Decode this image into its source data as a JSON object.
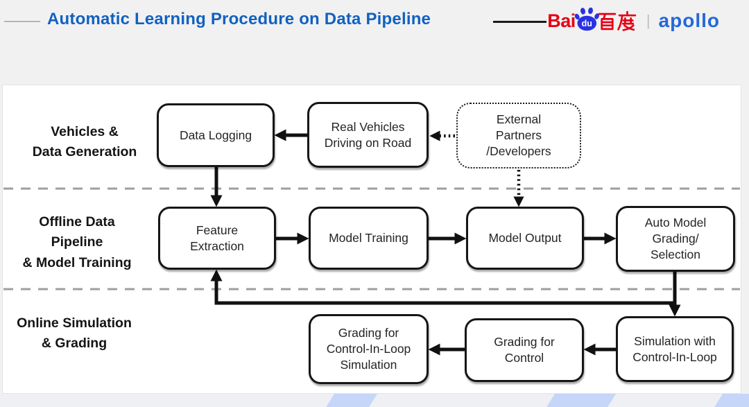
{
  "header": {
    "title": "Automatic Learning Procedure on Data Pipeline",
    "logo": {
      "bai": "Bai",
      "du": "du",
      "baidu_cn": "百度",
      "separator": "|",
      "apollo": "apollo"
    }
  },
  "lanes": [
    {
      "label": "Vehicles &\nData Generation"
    },
    {
      "label": "Offline Data\nPipeline\n& Model Training"
    },
    {
      "label": "Online Simulation\n& Grading"
    }
  ],
  "nodes": {
    "data_logging": {
      "label": "Data Logging"
    },
    "real_vehicles": {
      "label": "Real Vehicles\nDriving on Road"
    },
    "external_partners": {
      "label": "External\nPartners\n/Developers"
    },
    "feature_extraction": {
      "label": "Feature\nExtraction"
    },
    "model_training": {
      "label": "Model Training"
    },
    "model_output": {
      "label": "Model Output"
    },
    "auto_model_grading": {
      "label": "Auto Model\nGrading/\nSelection"
    },
    "grading_cil_simulation": {
      "label": "Grading for\nControl-In-Loop\nSimulation"
    },
    "grading_control": {
      "label": "Grading for\nControl"
    },
    "simulation_cil": {
      "label": "Simulation with\nControl-In-Loop"
    }
  },
  "colors": {
    "title_blue": "#1161c1",
    "baidu_red": "#e60012",
    "baidu_paw_blue": "#2932e1",
    "apollo_blue": "#2468d9",
    "box_border": "#161616",
    "lane_text": "#141414",
    "divider_gray": "#9e9e9e",
    "arrow_black": "#111111",
    "panel_bg": "#ffffff",
    "page_bg": "#f1f1f2",
    "decor_blue": "#c6d6f8"
  }
}
